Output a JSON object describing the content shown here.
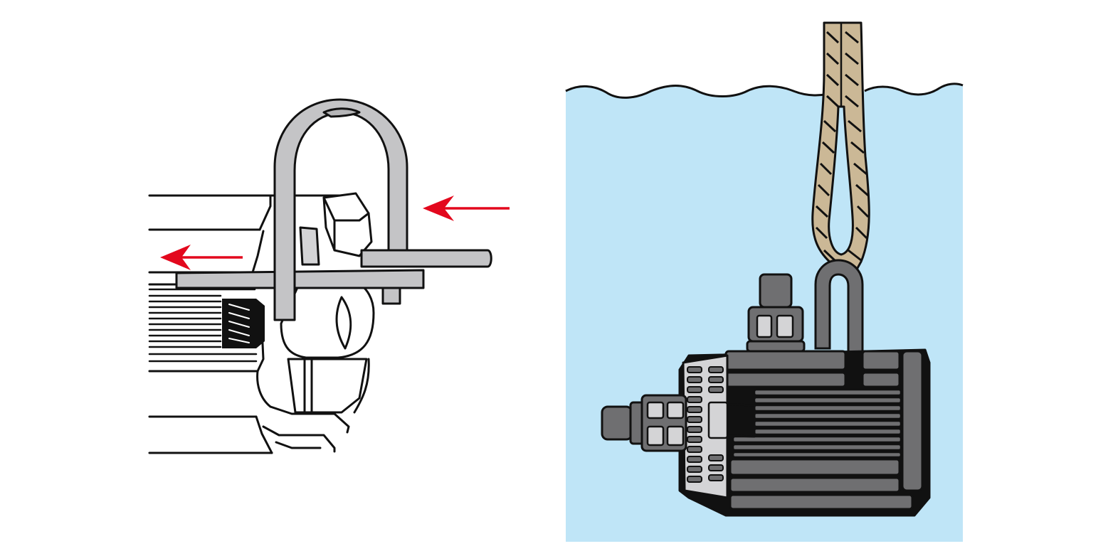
{
  "colors": {
    "background": "#ffffff",
    "outline": "#111111",
    "clamp_metal": "#c4c4c6",
    "light_metal": "#d4d4d6",
    "motor_body": "#6f6f71",
    "water": "#bfe5f7",
    "rope": "#cbb896",
    "arrow": "#e3081d"
  },
  "icons": {
    "left_panel": "clamp-tool-icon",
    "right_panel": "submerged-motor-icon",
    "arrows": "arrow-left-icon"
  },
  "arrows": [
    {
      "id": "arrow-upper",
      "direction": "left"
    },
    {
      "id": "arrow-lower",
      "direction": "left"
    }
  ]
}
